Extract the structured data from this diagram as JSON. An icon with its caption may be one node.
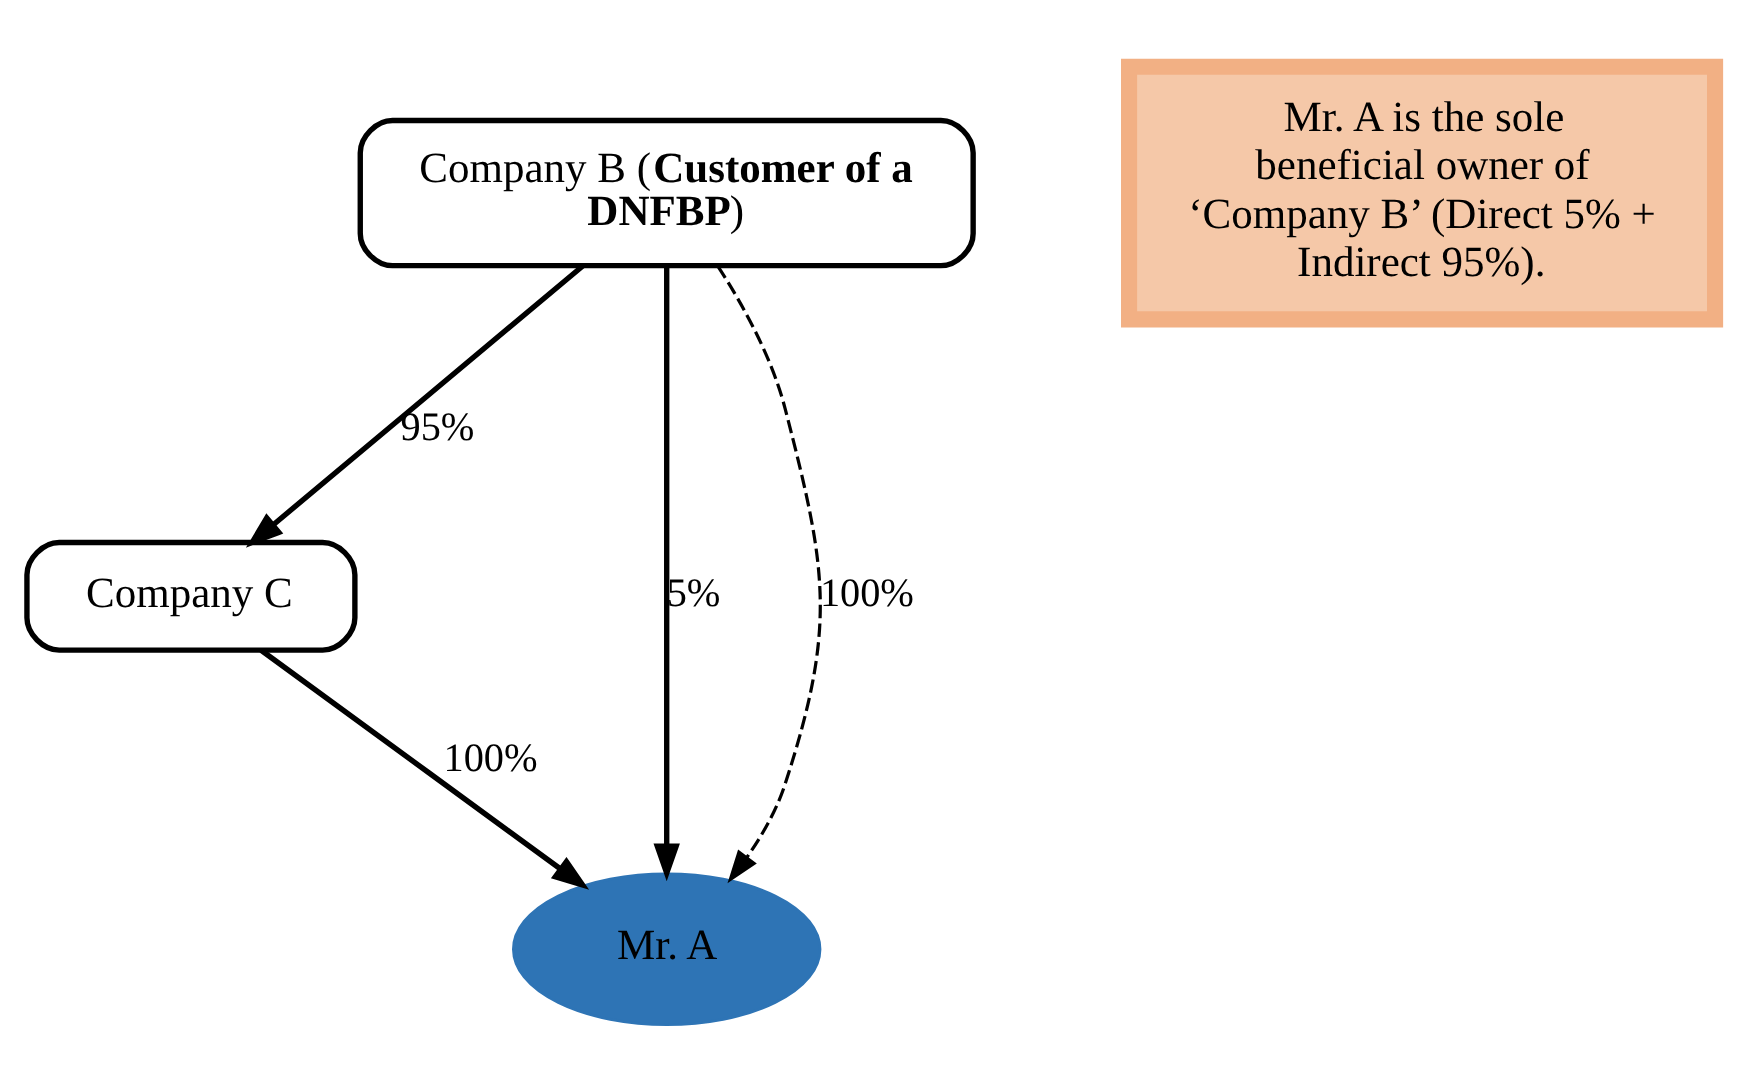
{
  "diagram": {
    "nodes": [
      {
        "text": [
          "Company B (**Customer of a DNFBP**)"
        ]
      },
      {
        "text": [
          "Mr. A is the sole beneficial owner of ‘Company B’ (Direct 5% + Indirect 95%)."
        ]
      },
      {
        "text": [
          "Company C"
        ]
      },
      {
        "text": [
          "Mr. A"
        ]
      }
    ],
    "edges": [
      {
        "from": 0,
        "to": 3,
        "arrow": "to",
        "label": "5%"
      },
      {
        "from": 0,
        "to": 2,
        "arrow": "to",
        "label": "95%"
      },
      {
        "from": 2,
        "to": 3,
        "arrow": "to",
        "label": "100%"
      },
      {
        "from": 0,
        "to": 3,
        "arrow": "to",
        "label": "100%",
        "style": "dashed"
      }
    ]
  }
}
